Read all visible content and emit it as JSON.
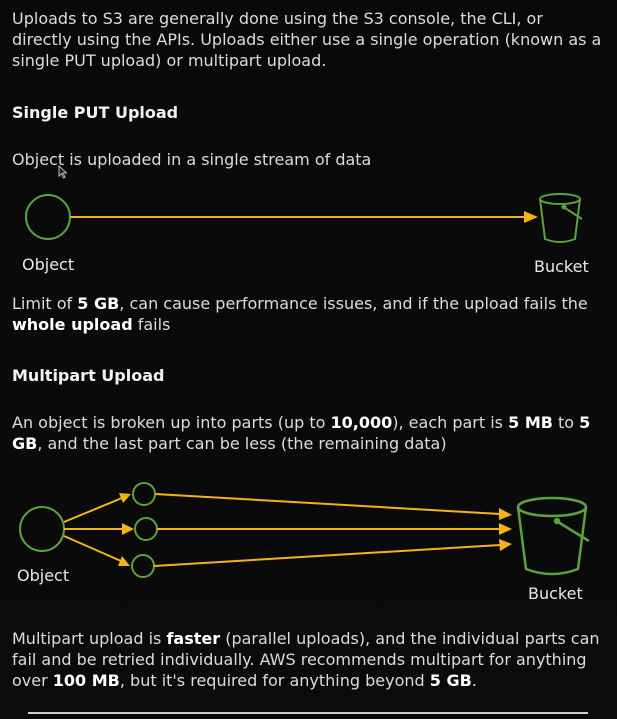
{
  "intro": "Uploads to S3 are generally done using the S3 console, the CLI, or directly using the APIs. Uploads either use a single operation (known as a single PUT upload) or multipart upload.",
  "single": {
    "heading": "Single PUT Upload",
    "desc": "Object is uploaded in a single stream of data",
    "object_label": "Object",
    "bucket_label": "Bucket",
    "limit_pre": "Limit of ",
    "limit_size": "5 GB",
    "limit_mid": ", can cause performance issues, and if the upload fails the ",
    "limit_whole": "whole upload",
    "limit_end": " fails"
  },
  "multipart": {
    "heading": "Multipart Upload",
    "desc_pre": "An object is broken up into parts (up to ",
    "desc_parts": "10,000",
    "desc_mid1": "), each part is ",
    "desc_min": "5 MB",
    "desc_to": " to ",
    "desc_max": "5 GB",
    "desc_end": ", and the last part can be less (the remaining data)",
    "object_label": "Object",
    "bucket_label": "Bucket",
    "summary_pre": "Multipart upload is ",
    "summary_faster": "faster",
    "summary_mid": " (parallel uploads), and the individual parts can fail and be retried individually. AWS recommends multipart for anything over ",
    "summary_100": "100 MB",
    "summary_mid2": ", but it's required for anything beyond ",
    "summary_5gb": "5 GB",
    "summary_end": "."
  },
  "colors": {
    "circle_stroke": "#5ba33c",
    "arrow": "#f5b416",
    "text": "#dcdcdc"
  }
}
